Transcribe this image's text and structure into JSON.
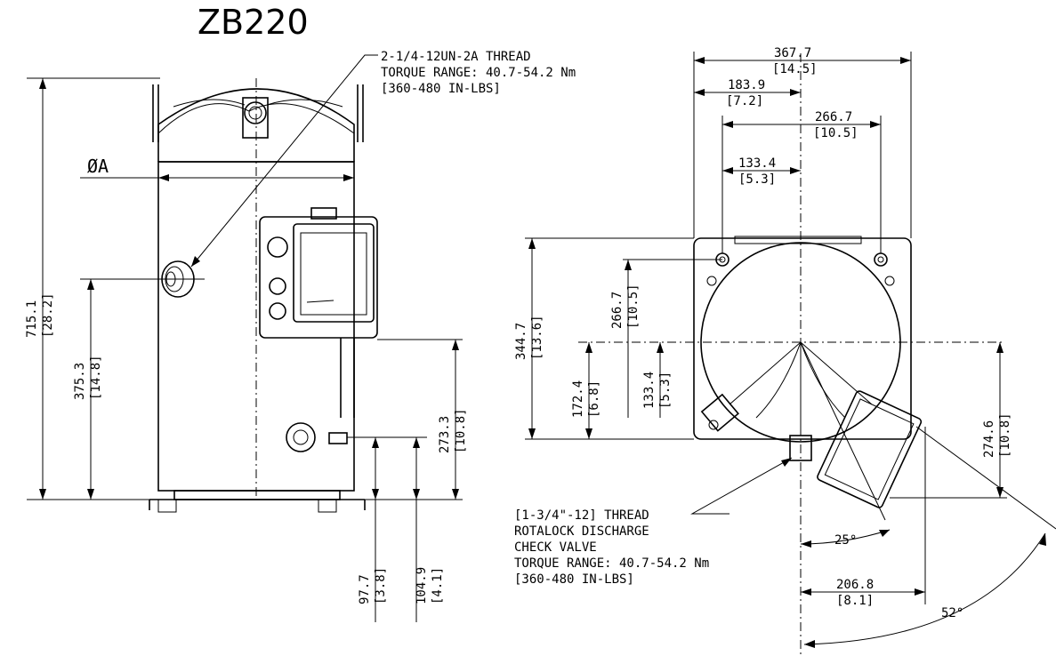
{
  "title": "ZB220",
  "diameter_label": "ØA",
  "left_callout": [
    "2-1/4-12UN-2A THREAD",
    "TORQUE RANGE: 40.7-54.2 Nm",
    "[360-480 IN-LBS]"
  ],
  "bottom_callout": [
    "[1-3/4\"-12] THREAD",
    "ROTALOCK DISCHARGE",
    "CHECK VALVE",
    "TORQUE RANGE: 40.7-54.2 Nm",
    "[360-480 IN-LBS]"
  ],
  "dims": {
    "h715": "715.1",
    "h715_in": "[28.2]",
    "h375": "375.3",
    "h375_in": "[14.8]",
    "h273": "273.3",
    "h273_in": "[10.8]",
    "h97": "97.7",
    "h97_in": "[3.8]",
    "h104": "104.9",
    "h104_in": "[4.1]",
    "w367": "367.7",
    "w367_in": "[14.5]",
    "w183": "183.9",
    "w183_in": "[7.2]",
    "w266": "266.7",
    "w266_in": "[10.5]",
    "w133": "133.4",
    "w133_in": "[5.3]",
    "v344": "344.7",
    "v344_in": "[13.6]",
    "v266": "266.7",
    "v266_in": "[10.5]",
    "v172": "172.4",
    "v172_in": "[6.8]",
    "v133": "133.4",
    "v133_in": "[5.3]",
    "v274": "274.6",
    "v274_in": "[10.8]",
    "a25": "25°",
    "w206": "206.8",
    "w206_in": "[8.1]",
    "a52": "52°"
  }
}
